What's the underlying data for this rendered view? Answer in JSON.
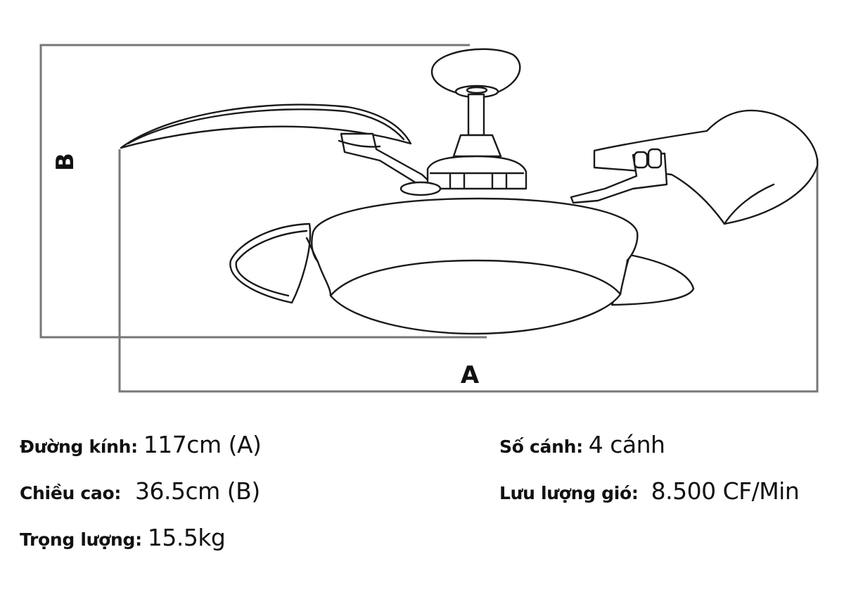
{
  "dimensions": {
    "label_a": "A",
    "label_b": "B"
  },
  "specs": {
    "diameter": {
      "label": "Đường kính:",
      "value": "117cm (A)"
    },
    "height": {
      "label": "Chiều cao:",
      "value": "36.5cm (B)"
    },
    "weight": {
      "label": "Trọng lượng:",
      "value": "15.5kg"
    },
    "blades": {
      "label": "Số cánh:",
      "value": "4 cánh"
    },
    "airflow": {
      "label": "Lưu lượng gió:",
      "value": "8.500 CF/Min"
    }
  },
  "colors": {
    "line": "#1a1a1a",
    "dimension_line": "#777777",
    "text": "#111111"
  }
}
